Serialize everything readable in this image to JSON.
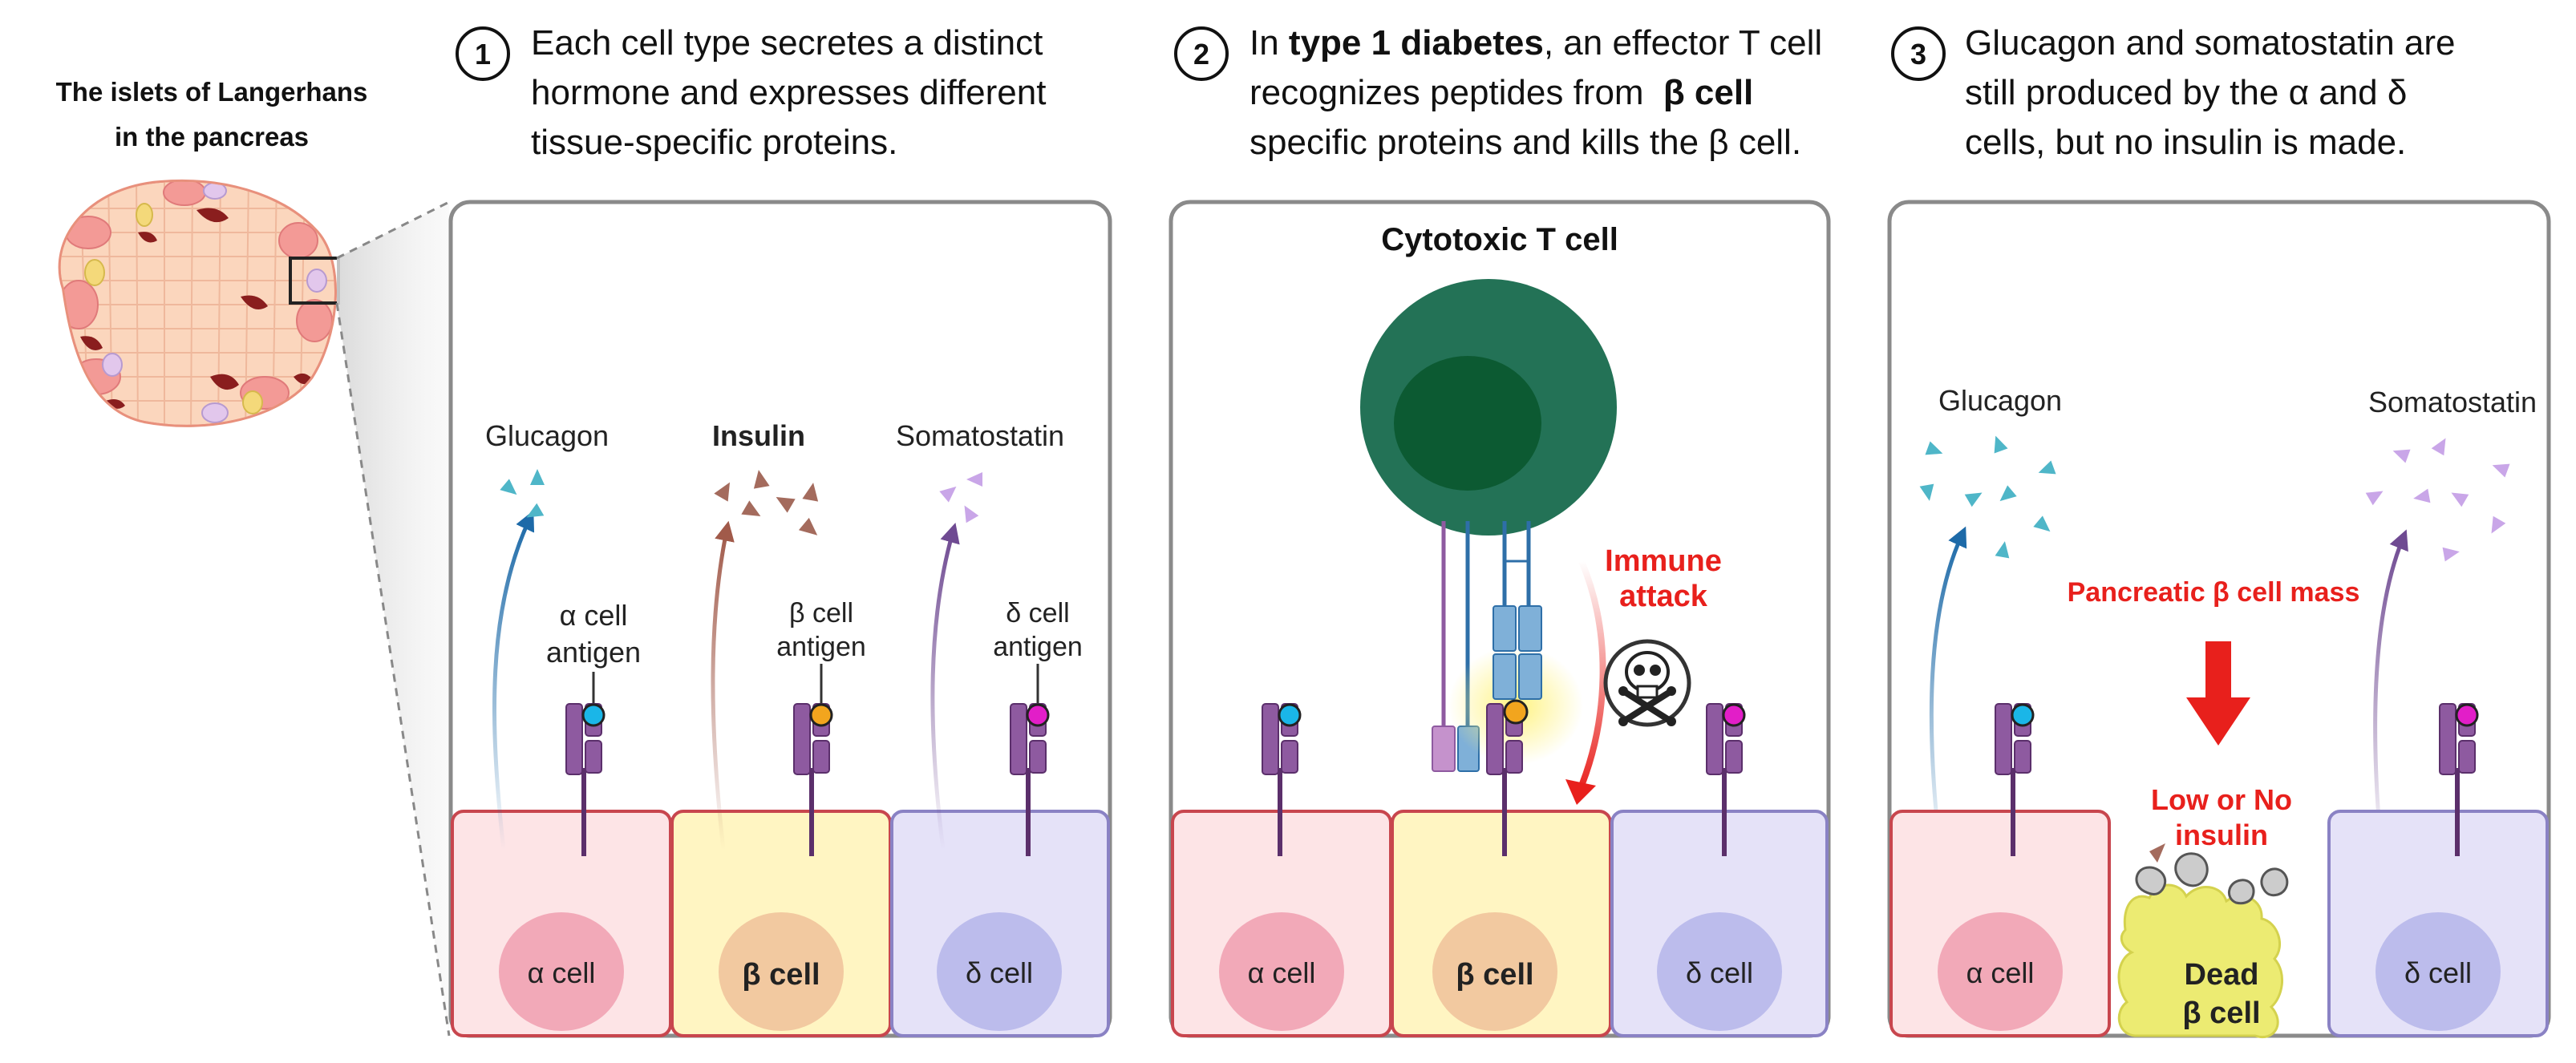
{
  "islet": {
    "title_line1": "The islets of Langerhans",
    "title_line2": "in the pancreas"
  },
  "step1": {
    "number": "1",
    "text_line1": "Each cell type secretes a distinct",
    "text_line2": "hormone and expresses different",
    "text_line3": "tissue-specific proteins.",
    "hormone_alpha": "Glucagon",
    "hormone_beta": "Insulin",
    "hormone_delta": "Somatostatin",
    "antigen_alpha_line1": "α cell",
    "antigen_alpha_line2": "antigen",
    "antigen_beta_line1": "β cell",
    "antigen_beta_line2": "antigen",
    "antigen_delta_line1": "δ cell",
    "antigen_delta_line2": "antigen",
    "cell_alpha": "α cell",
    "cell_beta": "β cell",
    "cell_delta": "δ cell"
  },
  "step2": {
    "number": "2",
    "text_line1_prefix": "In ",
    "text_line1_bold": "type 1 diabetes",
    "text_line1_suffix": ", an effector T cell",
    "text_line2_prefix": "recognizes peptides from ",
    "text_line2_bold": "β cell",
    "text_line3": "specific proteins and kills the β cell.",
    "tcell_label": "Cytotoxic T cell",
    "attack_line1": "Immune",
    "attack_line2": "attack",
    "cell_alpha": "α cell",
    "cell_beta": "β cell",
    "cell_delta": "δ cell"
  },
  "step3": {
    "number": "3",
    "text_line1": "Glucagon and somatostatin are",
    "text_line2": "still produced by the α and δ",
    "text_line3": "cells, but no insulin is made.",
    "hormone_alpha": "Glucagon",
    "hormone_delta": "Somatostatin",
    "mass_label": "Pancreatic β cell mass",
    "low_insulin_line1": "Low or No",
    "low_insulin_line2": "insulin",
    "dead_line1": "Dead",
    "dead_line2": "β cell",
    "cell_alpha": "α cell",
    "cell_delta": "δ cell"
  },
  "colors": {
    "alpha_cell_fill": "#fde4e6",
    "alpha_cell_border": "#c8464e",
    "alpha_nucleus": "#f2a9b8",
    "beta_cell_fill": "#fff5c2",
    "beta_cell_border": "#c8464e",
    "beta_nucleus": "#f2c9a0",
    "delta_cell_fill": "#e5e2f8",
    "delta_cell_border": "#8a82c4",
    "delta_nucleus": "#bcbcec",
    "receptor": "#8e5aa0",
    "glucagon": "#4fb6c8",
    "insulin": "#a46b5d",
    "somatostatin": "#c9a6e8",
    "tcell_outer": "#237256",
    "tcell_inner": "#0c5a32",
    "attack_red": "#e8201c",
    "dead_cell": "#eceb72"
  },
  "icons": {
    "skull": "skull-crossbones-icon",
    "down_arrow": "down-arrow-icon"
  }
}
